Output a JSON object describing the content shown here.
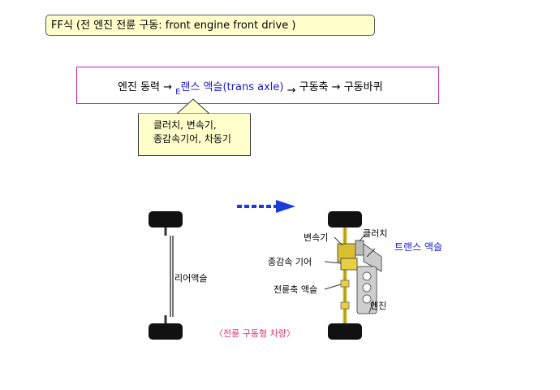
{
  "title": "FF식 (전 엔진 전륜 구동: front  engine  front  drive )",
  "flow": {
    "engine": "엔진 동력",
    "arrow1": "→",
    "trans_prefix": "E",
    "trans": "랜스 액슬(trans axle)",
    "arrow2": "→",
    "shaft": "구동축",
    "arrow3": "→",
    "wheel": "구동바퀴"
  },
  "callout": {
    "line1": "클러치, 변속기,",
    "line2": "종감속기어, 차동기"
  },
  "diagram": {
    "rear_axle": "리어액슬",
    "transmission": "변속기",
    "clutch": "클러치",
    "trans_axle": "트랜스 액슬",
    "final_drive": "종감속 기어",
    "front_axle_shaft": "전륜축 액슬",
    "engine": "엔진",
    "caption": "〈전륜 구동형 차량〉"
  },
  "colors": {
    "title_bg": "#ffffcc",
    "flow_border": "#c020c0",
    "accent_blue": "#1a1acc",
    "caption_red": "#e0306a",
    "chassis_yellow": "#d8c030"
  }
}
